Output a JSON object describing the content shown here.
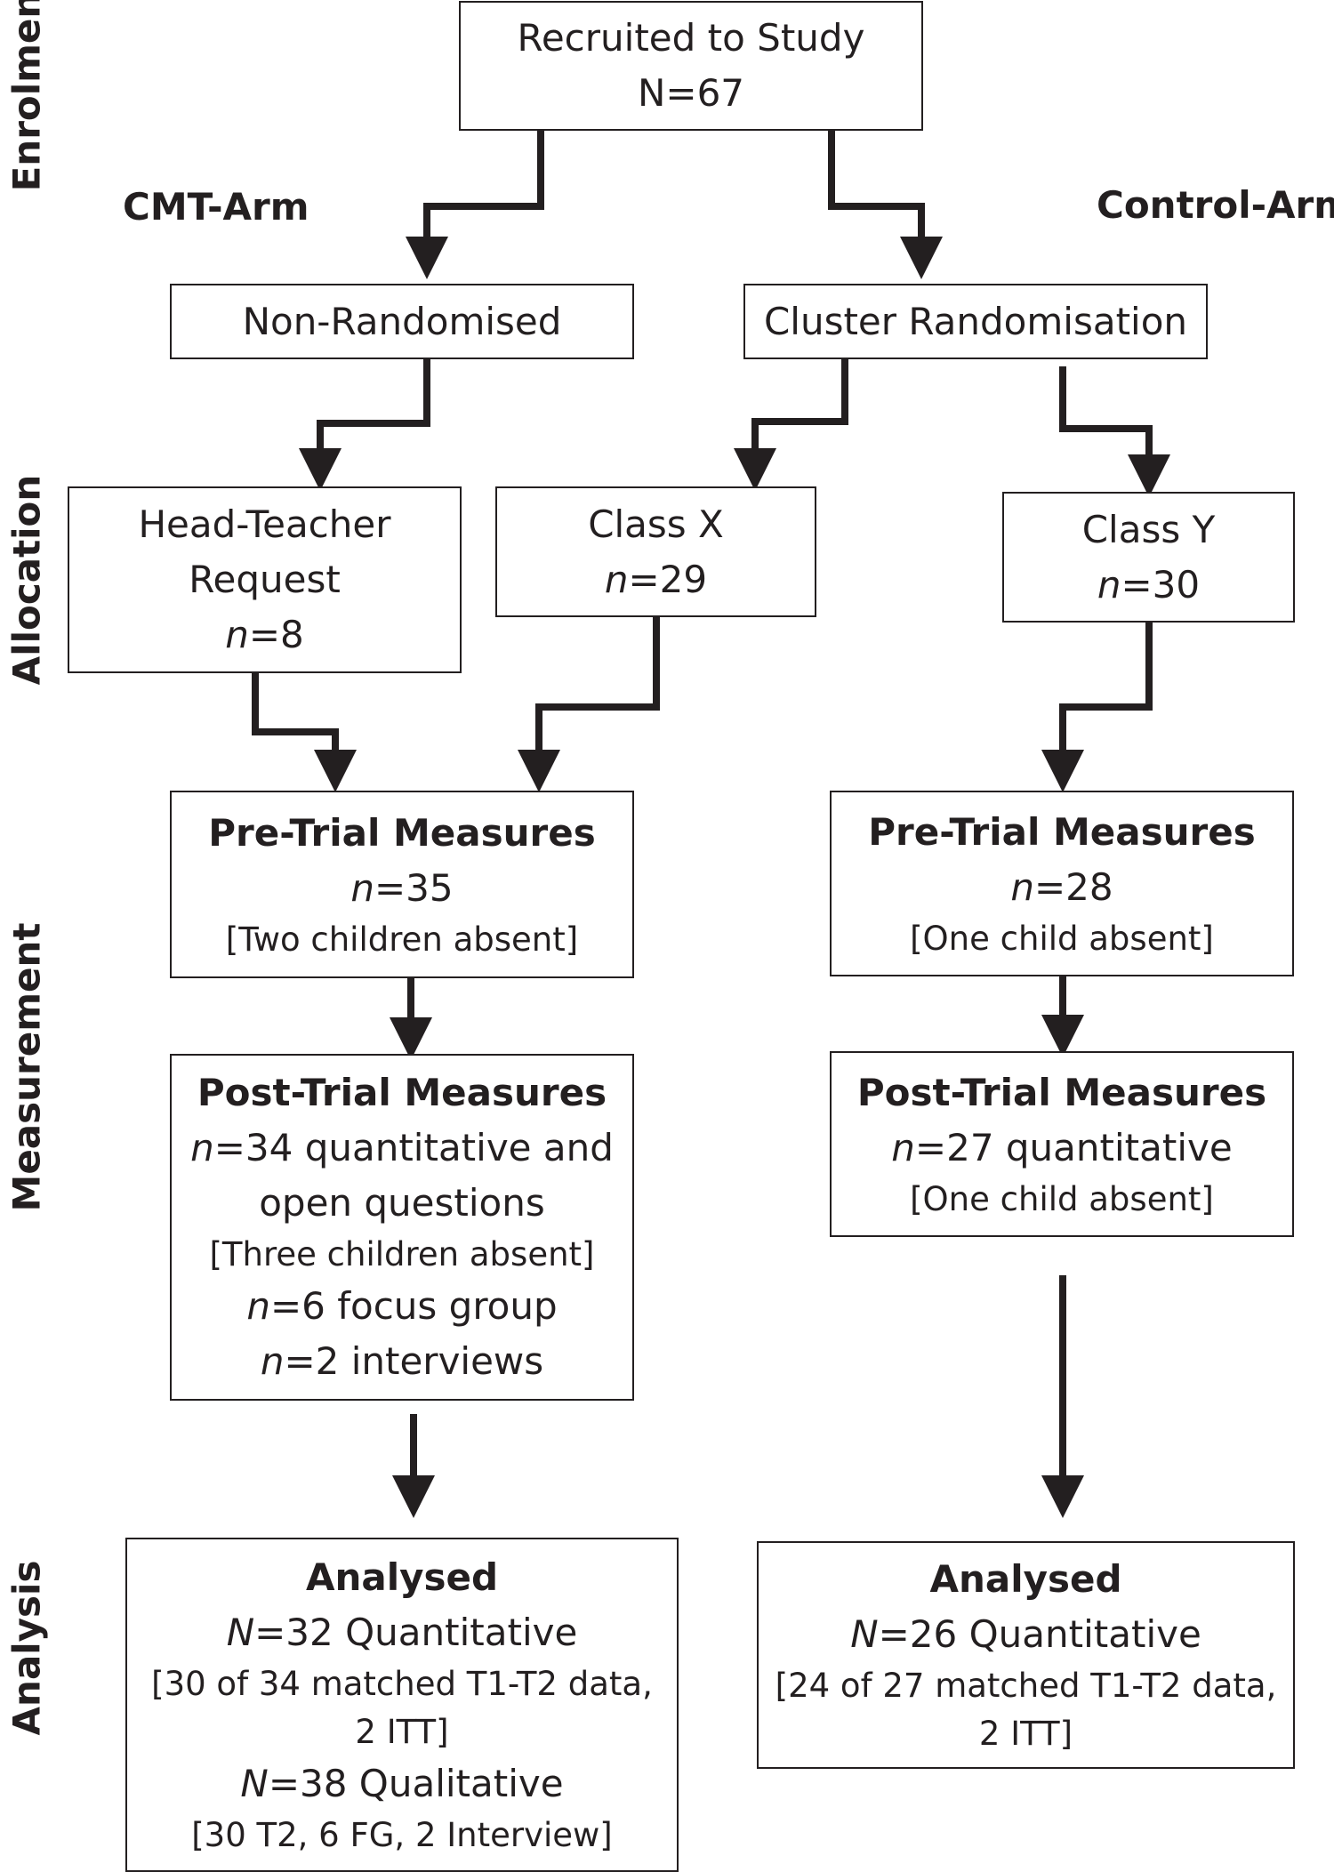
{
  "stages": {
    "enrolment": "Enrolment",
    "allocation": "Allocation",
    "measurement": "Measurement",
    "analysis": "Analysis"
  },
  "arms": {
    "cmt": "CMT-Arm",
    "control": "Control-Arm"
  },
  "recruited": {
    "line1": "Recruited to Study",
    "line2": "N=67"
  },
  "non_randomised": {
    "label": "Non-Randomised"
  },
  "cluster_randomisation": {
    "label": "Cluster Randomisation"
  },
  "head_teacher": {
    "line1": "Head-Teacher",
    "line2": "Request",
    "n_sym": "n",
    "n_val": "=8"
  },
  "class_x": {
    "line1": "Class X",
    "n_sym": "n",
    "n_val": "=29"
  },
  "class_y": {
    "line1": "Class Y",
    "n_sym": "n",
    "n_val": "=30"
  },
  "pre_cmt": {
    "title": "Pre-Trial Measures",
    "n_sym": "n",
    "n_val": "=35",
    "note": "[Two children absent]"
  },
  "pre_control": {
    "title": "Pre-Trial Measures",
    "n_sym": "n",
    "n_val": "=28",
    "note": "[One child absent]"
  },
  "post_cmt": {
    "title": "Post-Trial Measures",
    "n1_sym": "n",
    "n1_val": "=34 quantitative and",
    "line2": "open questions",
    "note": "[Three children absent]",
    "n2_sym": "n",
    "n2_val": "=6 focus group",
    "n3_sym": "n",
    "n3_val": "=2 interviews"
  },
  "post_control": {
    "title": "Post-Trial Measures",
    "n_sym": "n",
    "n_val": "=27 quantitative",
    "note": "[One child absent]"
  },
  "analysed_cmt": {
    "title": "Analysed",
    "q_sym": "N",
    "q_val": "=32 Quantitative",
    "q_note1": "[30 of 34 matched T1-T2 data,",
    "q_note2": "2 ITT]",
    "ql_sym": "N",
    "ql_val": "=38 Qualitative",
    "ql_note": "[30 T2, 6 FG, 2 Interview]"
  },
  "analysed_control": {
    "title": "Analysed",
    "q_sym": "N",
    "q_val": "=26 Quantitative",
    "q_note1": "[24 of 27 matched T1-T2 data,",
    "q_note2": "2 ITT]"
  }
}
